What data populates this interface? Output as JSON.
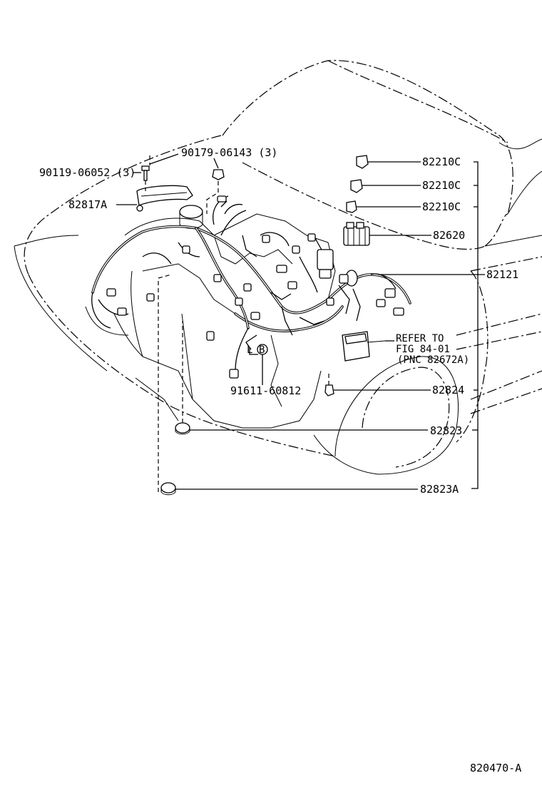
{
  "labels": {
    "p90179": "90179-06143 (3)",
    "p90119": "90119-06052 (3)",
    "p82817A": "82817A",
    "p82210C_1": "82210C",
    "p82210C_2": "82210C",
    "p82210C_3": "82210C",
    "p82620": "82620",
    "p82121": "82121",
    "refer_line1": "REFER TO",
    "refer_line2": "FIG 84-01",
    "refer_line3": "(PNC 82672A)",
    "p91611": "91611-60812",
    "p82824": "82824",
    "p82823": "82823",
    "p82823A": "82823A",
    "callout_B": "B",
    "callout_L": "L"
  },
  "figure_code": "820470-A",
  "icons": [
    "bolt-icon",
    "clip-icon",
    "connector-icon",
    "relay-block-icon",
    "grommet-icon",
    "ecu-icon"
  ]
}
